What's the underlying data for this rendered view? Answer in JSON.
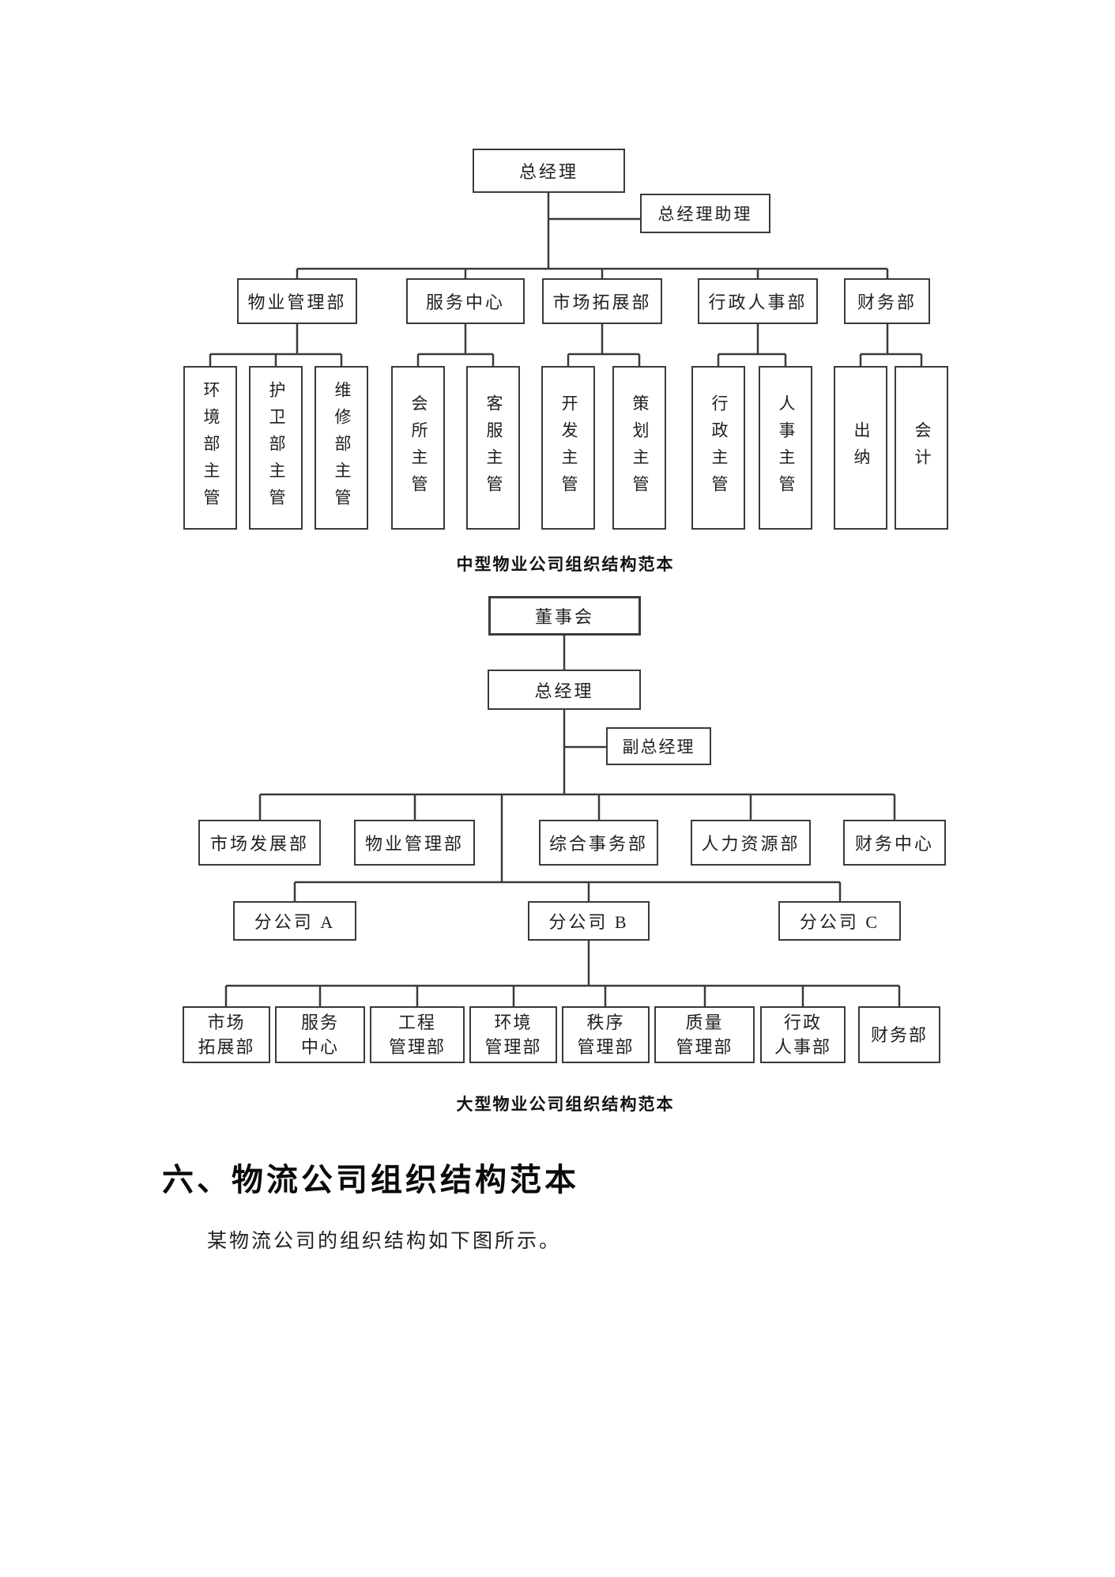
{
  "colors": {
    "line": "#3a3a3a",
    "text": "#1f1f1f",
    "background": "#ffffff"
  },
  "chart_medium": {
    "caption": "中型物业公司组织结构范本",
    "root": "总经理",
    "assistant": "总经理助理",
    "departments": [
      "物业管理部",
      "服务中心",
      "市场拓展部",
      "行政人事部",
      "财务部"
    ],
    "staff": [
      "环境部主管",
      "护卫部主管",
      "维修部主管",
      "会所主管",
      "客服主管",
      "开发主管",
      "策划主管",
      "行政主管",
      "人事主管",
      "出纳",
      "会计"
    ]
  },
  "chart_large": {
    "caption": "大型物业公司组织结构范本",
    "board": "董事会",
    "general_manager": "总经理",
    "deputy": "副总经理",
    "departments": [
      "市场发展部",
      "物业管理部",
      "综合事务部",
      "人力资源部",
      "财务中心"
    ],
    "branches": [
      "分公司 A",
      "分公司 B",
      "分公司 C"
    ],
    "branch_departments": [
      "市场\n拓展部",
      "服务\n中心",
      "工程\n管理部",
      "环境\n管理部",
      "秩序\n管理部",
      "质量\n管理部",
      "行政\n人事部",
      "财务部"
    ]
  },
  "section": {
    "heading": "六、物流公司组织结构范本",
    "paragraph": "某物流公司的组织结构如下图所示。"
  }
}
